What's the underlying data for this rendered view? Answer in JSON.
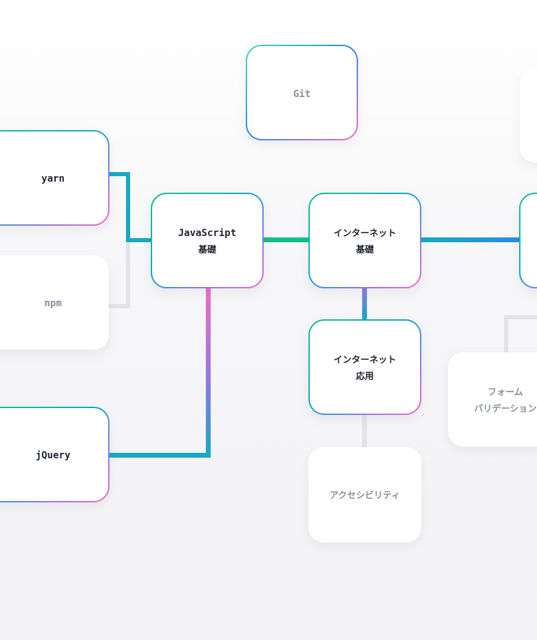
{
  "nodes": {
    "git": {
      "label": "Git",
      "state": "active-outline"
    },
    "yarn": {
      "label": "yarn",
      "state": "active"
    },
    "npm": {
      "label": "npm",
      "state": "inactive"
    },
    "jquery": {
      "label": "jQuery",
      "state": "active"
    },
    "javascript": {
      "line1": "JavaScript",
      "line2": "基礎",
      "state": "active"
    },
    "internet_basics": {
      "line1": "インターネット",
      "line2": "基礎",
      "state": "active"
    },
    "internet_applied": {
      "line1": "インターネット",
      "line2": "応用",
      "state": "active"
    },
    "accessibility": {
      "label": "アクセシビリティ",
      "state": "inactive"
    },
    "form_validation": {
      "line1": "フォーム",
      "line2": "バリデーション",
      "state": "inactive"
    }
  },
  "colors": {
    "green": "#13c08a",
    "teal": "#16a9c4",
    "blue": "#2d8ae6",
    "violet": "#9178e8",
    "pink": "#ee6fbe",
    "inactive_line": "#e2e2e8",
    "text_active": "#1f2430",
    "text_inactive": "#8a8f9c"
  }
}
